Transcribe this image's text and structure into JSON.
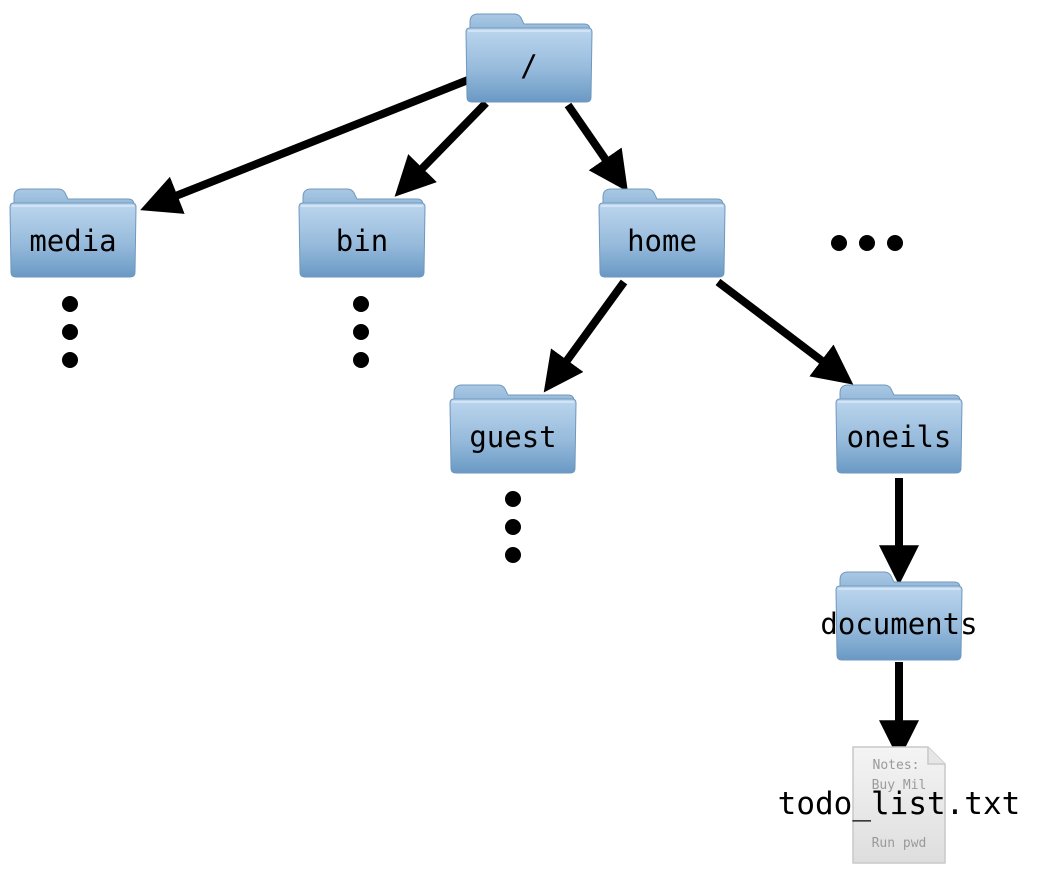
{
  "tree": {
    "root": {
      "label": "/"
    },
    "media": {
      "label": "media"
    },
    "bin": {
      "label": "bin"
    },
    "home": {
      "label": "home"
    },
    "guest": {
      "label": "guest"
    },
    "oneils": {
      "label": "oneils"
    },
    "documents": {
      "label": "documents"
    },
    "file": {
      "label": "todo_list.txt",
      "preview_lines": [
        "Notes:",
        "Buy Mil",
        "Run pwd"
      ]
    }
  },
  "colors": {
    "folder_light": "#b7d3ec",
    "folder_dark": "#6f9ec8",
    "arrow": "#000000",
    "background": "#ffffff"
  },
  "icons": {
    "folder": "folder-icon",
    "file": "text-file-icon",
    "more": "ellipsis-icon"
  }
}
